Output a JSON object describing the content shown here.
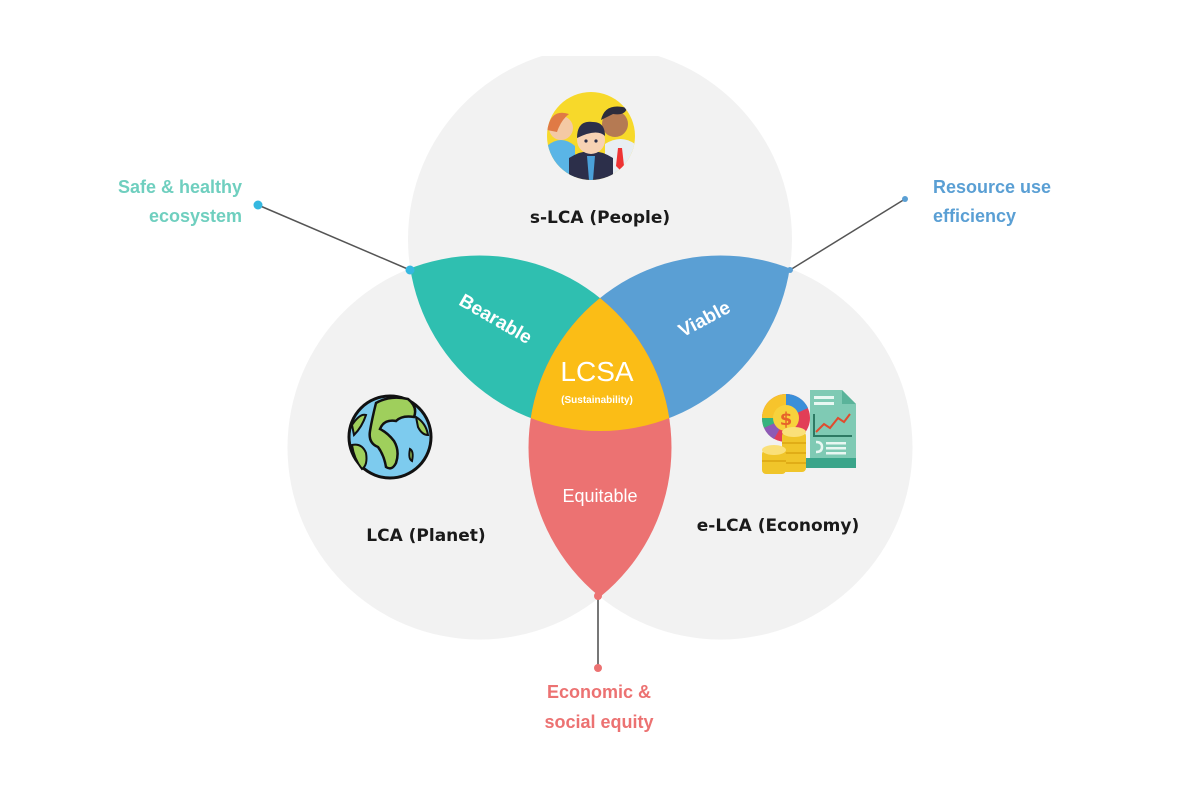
{
  "diagram": {
    "title": "LCSA",
    "subtitle": "(Sustainability)",
    "pillars": [
      {
        "id": "people",
        "label": "s-LCA (People)",
        "icon": "people-group-icon"
      },
      {
        "id": "planet",
        "label": "LCA (Planet)",
        "icon": "globe-icon"
      },
      {
        "id": "economy",
        "label": "e-LCA (Economy)",
        "icon": "finance-report-icon"
      }
    ],
    "overlaps": [
      {
        "id": "bearable",
        "label": "Bearable",
        "between": [
          "people",
          "planet"
        ],
        "color": "#2fbfb0"
      },
      {
        "id": "viable",
        "label": "Viable",
        "between": [
          "people",
          "economy"
        ],
        "color": "#5a9fd4"
      },
      {
        "id": "equitable",
        "label": "Equitable",
        "between": [
          "planet",
          "economy"
        ],
        "color": "#ec7272"
      }
    ],
    "center_color": "#fbbd16",
    "circle_color": "#f2f2f2",
    "callouts": [
      {
        "id": "bearable",
        "lines": [
          "Safe & healthy",
          "ecosystem"
        ],
        "color": "#6fcfbf",
        "dot_color": "#35b8e0"
      },
      {
        "id": "viable",
        "lines": [
          "Resource use",
          "efficiency"
        ],
        "color": "#5a9fd4",
        "dot_color": "#5a9fd4"
      },
      {
        "id": "equitable",
        "lines": [
          "Economic &",
          "social equity"
        ],
        "color": "#ec7272",
        "dot_color": "#ec7272"
      }
    ]
  }
}
